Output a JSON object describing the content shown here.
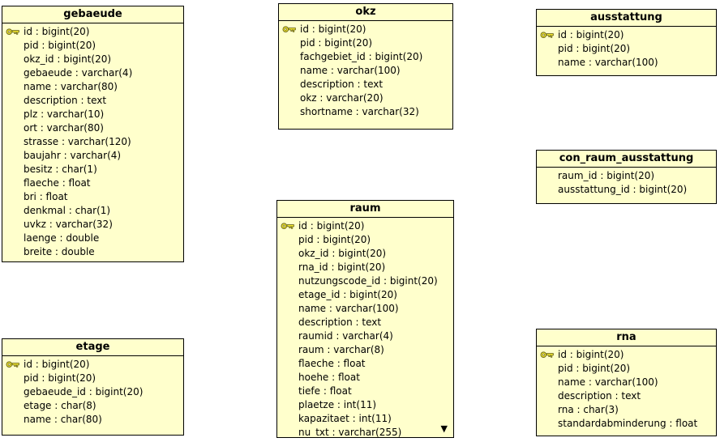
{
  "diagram": {
    "background_color": "#ffffff",
    "entity_fill_color": "#ffffcc",
    "entity_border_color": "#000000",
    "key_icon_fill_color": "#f2e72e",
    "key_icon_outline_color": "#6e6a1e",
    "icons": {
      "primary_key": "key-icon",
      "more_fields": "down-triangle-icon"
    },
    "tables": [
      {
        "title": "gebaeude",
        "fields": [
          {
            "label": "id : bigint(20)",
            "key": true
          },
          {
            "label": "pid : bigint(20)",
            "key": false
          },
          {
            "label": "okz_id : bigint(20)",
            "key": false
          },
          {
            "label": "gebaeude : varchar(4)",
            "key": false
          },
          {
            "label": "name : varchar(80)",
            "key": false
          },
          {
            "label": "description : text",
            "key": false
          },
          {
            "label": "plz : varchar(10)",
            "key": false
          },
          {
            "label": "ort : varchar(80)",
            "key": false
          },
          {
            "label": "strasse : varchar(120)",
            "key": false
          },
          {
            "label": "baujahr : varchar(4)",
            "key": false
          },
          {
            "label": "besitz : char(1)",
            "key": false
          },
          {
            "label": "flaeche : float",
            "key": false
          },
          {
            "label": "bri : float",
            "key": false
          },
          {
            "label": "denkmal : char(1)",
            "key": false
          },
          {
            "label": "uvkz : varchar(32)",
            "key": false
          },
          {
            "label": "laenge : double",
            "key": false
          },
          {
            "label": "breite : double",
            "key": false
          }
        ]
      },
      {
        "title": "okz",
        "fields": [
          {
            "label": "id : bigint(20)",
            "key": true
          },
          {
            "label": "pid : bigint(20)",
            "key": false
          },
          {
            "label": "fachgebiet_id : bigint(20)",
            "key": false
          },
          {
            "label": "name : varchar(100)",
            "key": false
          },
          {
            "label": "description : text",
            "key": false
          },
          {
            "label": "okz : varchar(20)",
            "key": false
          },
          {
            "label": "shortname : varchar(32)",
            "key": false
          }
        ]
      },
      {
        "title": "ausstattung",
        "fields": [
          {
            "label": "id : bigint(20)",
            "key": true
          },
          {
            "label": "pid : bigint(20)",
            "key": false
          },
          {
            "label": "name : varchar(100)",
            "key": false
          }
        ]
      },
      {
        "title": "con_raum_ausstattung",
        "fields": [
          {
            "label": "raum_id : bigint(20)",
            "key": false
          },
          {
            "label": "ausstattung_id : bigint(20)",
            "key": false
          }
        ]
      },
      {
        "title": "raum",
        "more_indicator": "▼",
        "fields": [
          {
            "label": "id : bigint(20)",
            "key": true
          },
          {
            "label": "pid : bigint(20)",
            "key": false
          },
          {
            "label": "okz_id : bigint(20)",
            "key": false
          },
          {
            "label": "rna_id : bigint(20)",
            "key": false
          },
          {
            "label": "nutzungscode_id : bigint(20)",
            "key": false
          },
          {
            "label": "etage_id : bigint(20)",
            "key": false
          },
          {
            "label": "name : varchar(100)",
            "key": false
          },
          {
            "label": "description : text",
            "key": false
          },
          {
            "label": "raumid : varchar(4)",
            "key": false
          },
          {
            "label": "raum : varchar(8)",
            "key": false
          },
          {
            "label": "flaeche : float",
            "key": false
          },
          {
            "label": "hoehe : float",
            "key": false
          },
          {
            "label": "tiefe : float",
            "key": false
          },
          {
            "label": "plaetze : int(11)",
            "key": false
          },
          {
            "label": "kapazitaet : int(11)",
            "key": false
          },
          {
            "label": "nu_txt : varchar(255)",
            "key": false
          }
        ]
      },
      {
        "title": "etage",
        "fields": [
          {
            "label": "id : bigint(20)",
            "key": true
          },
          {
            "label": "pid : bigint(20)",
            "key": false
          },
          {
            "label": "gebaeude_id : bigint(20)",
            "key": false
          },
          {
            "label": "etage : char(8)",
            "key": false
          },
          {
            "label": "name : char(80)",
            "key": false
          }
        ]
      },
      {
        "title": "rna",
        "fields": [
          {
            "label": "id : bigint(20)",
            "key": true
          },
          {
            "label": "pid : bigint(20)",
            "key": false
          },
          {
            "label": "name : varchar(100)",
            "key": false
          },
          {
            "label": "description : text",
            "key": false
          },
          {
            "label": "rna : char(3)",
            "key": false
          },
          {
            "label": "standardabminderung : float",
            "key": false
          }
        ]
      }
    ]
  }
}
